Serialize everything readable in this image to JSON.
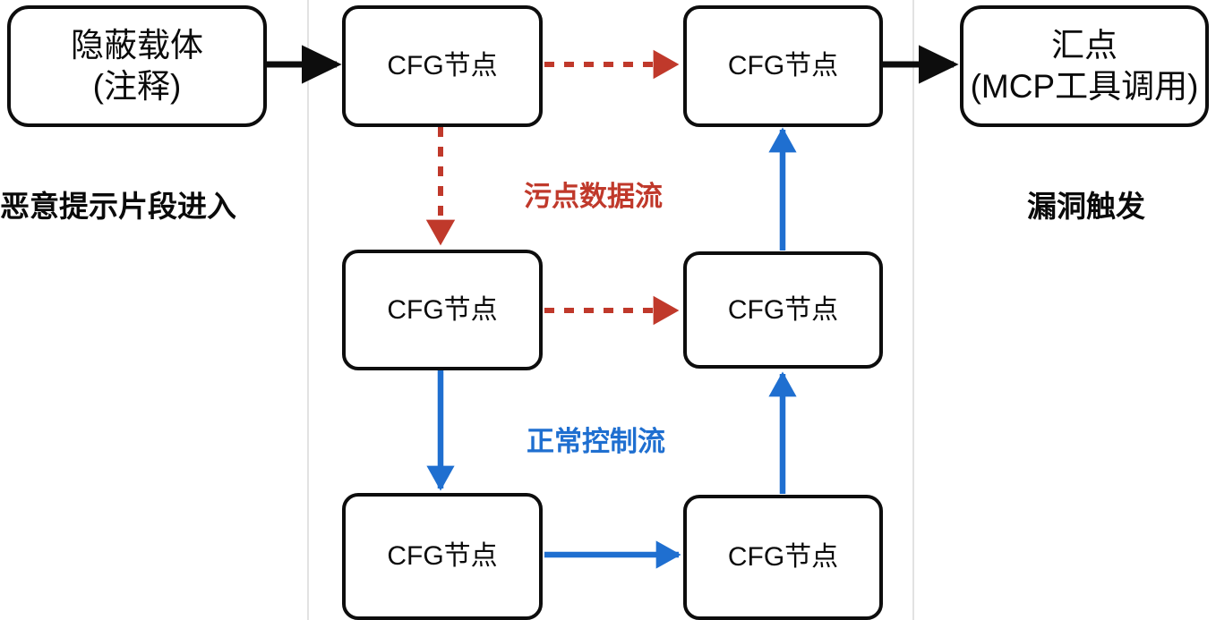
{
  "diagram": {
    "colors": {
      "taint": "#c0392b",
      "control": "#1f6fd0",
      "node_border": "#0d0d0d",
      "divider": "#e2e2e2",
      "text": "#0a0a0a"
    },
    "endpoints": [
      {
        "id": "source",
        "line1": "隐蔽载体",
        "line2": "(注释)",
        "caption": "恶意提示片段进入"
      },
      {
        "id": "sink",
        "line1": "汇点",
        "line2": "(MCP工具调用)",
        "caption": "漏洞触发"
      }
    ],
    "cfg_nodes": [
      {
        "id": "n-top-left",
        "label": "CFG节点"
      },
      {
        "id": "n-top-right",
        "label": "CFG节点"
      },
      {
        "id": "n-mid-left",
        "label": "CFG节点"
      },
      {
        "id": "n-mid-right",
        "label": "CFG节点"
      },
      {
        "id": "n-bot-left",
        "label": "CFG节点"
      },
      {
        "id": "n-bot-right",
        "label": "CFG节点"
      }
    ],
    "flow_labels": [
      {
        "id": "taint-flow",
        "text": "污点数据流",
        "color": "#c0392b"
      },
      {
        "id": "control-flow",
        "text": "正常控制流",
        "color": "#1f6fd0"
      }
    ],
    "edges": [
      {
        "id": "source-to-top-left",
        "style": "solid",
        "color": "#0d0d0d",
        "kind": "entry"
      },
      {
        "id": "top-left-to-top-right",
        "style": "dashed",
        "color": "#c0392b",
        "kind": "taint"
      },
      {
        "id": "top-left-to-mid-left",
        "style": "dashed",
        "color": "#c0392b",
        "kind": "taint"
      },
      {
        "id": "mid-left-to-mid-right",
        "style": "dashed",
        "color": "#c0392b",
        "kind": "taint"
      },
      {
        "id": "mid-left-to-bot-left",
        "style": "solid",
        "color": "#1f6fd0",
        "kind": "control"
      },
      {
        "id": "bot-left-to-bot-right",
        "style": "solid",
        "color": "#1f6fd0",
        "kind": "control"
      },
      {
        "id": "bot-right-to-mid-right",
        "style": "solid",
        "color": "#1f6fd0",
        "kind": "control"
      },
      {
        "id": "mid-right-to-top-right",
        "style": "solid",
        "color": "#1f6fd0",
        "kind": "control"
      },
      {
        "id": "top-right-to-sink",
        "style": "solid",
        "color": "#0d0d0d",
        "kind": "exit"
      }
    ]
  }
}
